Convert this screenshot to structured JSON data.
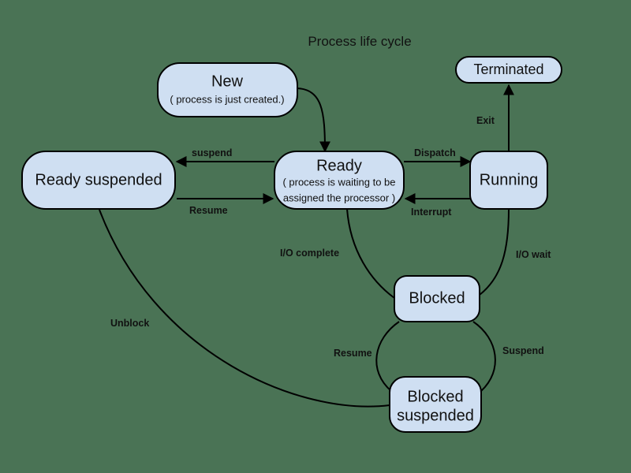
{
  "diagram": {
    "title": "Process life cycle",
    "colors": {
      "background": "#4a7355",
      "node_fill": "#cfdff2",
      "node_stroke": "#000000",
      "text": "#111111"
    },
    "nodes": [
      {
        "id": "new",
        "label": "New",
        "sublabel": "( process is just created.)"
      },
      {
        "id": "terminated",
        "label": "Terminated",
        "sublabel": ""
      },
      {
        "id": "ready",
        "label": "Ready",
        "sublabel": "( process is waiting to be",
        "sublabel2": "assigned the processor )"
      },
      {
        "id": "ready-suspended",
        "label": "Ready suspended",
        "sublabel": ""
      },
      {
        "id": "running",
        "label": "Running",
        "sublabel": ""
      },
      {
        "id": "blocked",
        "label": "Blocked",
        "sublabel": ""
      },
      {
        "id": "blocked-suspended",
        "label": "Blocked",
        "label2": "suspended",
        "sublabel": ""
      }
    ],
    "edges": [
      {
        "id": "new-to-ready",
        "label": "",
        "from": "new",
        "to": "ready"
      },
      {
        "id": "ready-to-readysuspended",
        "label": "suspend",
        "from": "ready",
        "to": "ready-suspended"
      },
      {
        "id": "readysuspended-to-ready",
        "label": "Resume",
        "from": "ready-suspended",
        "to": "ready"
      },
      {
        "id": "ready-to-running",
        "label": "Dispatch",
        "from": "ready",
        "to": "running"
      },
      {
        "id": "running-to-ready",
        "label": "Interrupt",
        "from": "running",
        "to": "ready"
      },
      {
        "id": "running-to-terminated",
        "label": "Exit",
        "from": "running",
        "to": "terminated"
      },
      {
        "id": "running-to-blocked",
        "label": "I/O wait",
        "from": "running",
        "to": "blocked"
      },
      {
        "id": "blocked-to-ready",
        "label": "I/O complete",
        "from": "blocked",
        "to": "ready"
      },
      {
        "id": "blocked-to-blockedsusp",
        "label": "Suspend",
        "from": "blocked",
        "to": "blocked-suspended"
      },
      {
        "id": "blockedsusp-to-blocked",
        "label": "Resume",
        "from": "blocked-suspended",
        "to": "blocked"
      },
      {
        "id": "blockedsusp-to-readysusp",
        "label": "Unblock",
        "from": "blocked-suspended",
        "to": "ready-suspended"
      }
    ]
  }
}
